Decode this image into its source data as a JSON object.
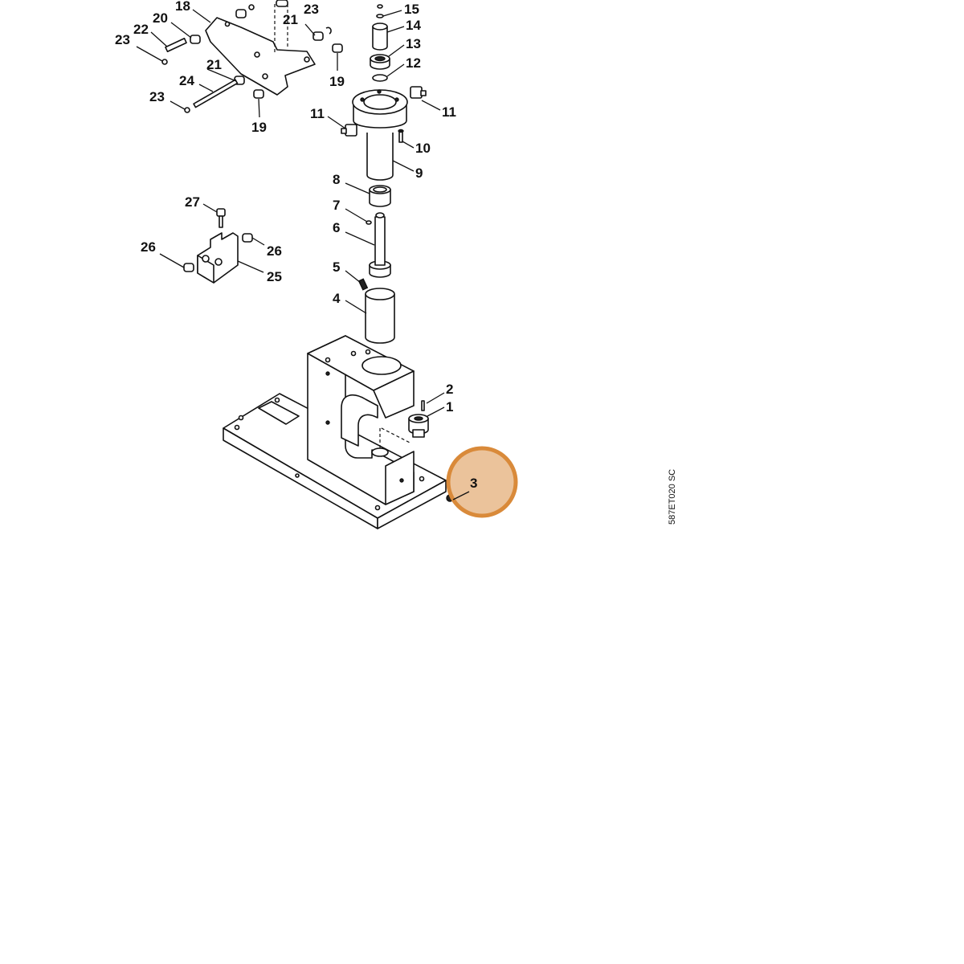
{
  "drawing": {
    "code": "587ET020 SC"
  },
  "highlight": {
    "label": "3",
    "fill_color": "#e8b88a",
    "ring_color": "#d98a3a"
  },
  "labels": {
    "p1": "1",
    "p2": "2",
    "p4": "4",
    "p5": "5",
    "p6": "6",
    "p7": "7",
    "p8": "8",
    "p9": "9",
    "p10": "10",
    "p11a": "11",
    "p11b": "11",
    "p12": "12",
    "p13": "13",
    "p14": "14",
    "p15": "15",
    "p18": "18",
    "p19a": "19",
    "p19b": "19",
    "p20": "20",
    "p21a": "21",
    "p21b": "21",
    "p22": "22",
    "p23a": "23",
    "p23b": "23",
    "p23c": "23",
    "p24": "24",
    "p25": "25",
    "p26a": "26",
    "p26b": "26",
    "p27": "27"
  }
}
